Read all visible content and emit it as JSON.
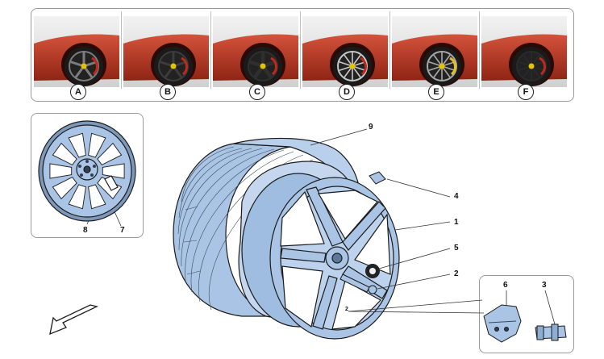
{
  "variants": [
    {
      "label": "A",
      "rim_color": "#7d7d7d",
      "spoke_style": "five-split"
    },
    {
      "label": "B",
      "rim_color": "#3c3c3c",
      "spoke_style": "five-split"
    },
    {
      "label": "C",
      "rim_color": "#2f2f2f",
      "spoke_style": "five-wide"
    },
    {
      "label": "D",
      "rim_color": "#c8c8c8",
      "spoke_style": "ten-thin"
    },
    {
      "label": "E",
      "rim_color": "#a9a9a9",
      "spoke_style": "ten-thin"
    },
    {
      "label": "F",
      "rim_color": "#2a2a2a",
      "spoke_style": "ten-thin"
    }
  ],
  "car_color": "#b8321e",
  "part_fill": "#a9c4e4",
  "callouts": {
    "tyre": "9",
    "badge": "4",
    "wheel_rim": "1",
    "center_cap": "5",
    "bolt": "2",
    "valve_pos": "2",
    "tpms_sensor": "6",
    "valve": "3",
    "spare_valve": "8",
    "spare_wheel": "7"
  }
}
